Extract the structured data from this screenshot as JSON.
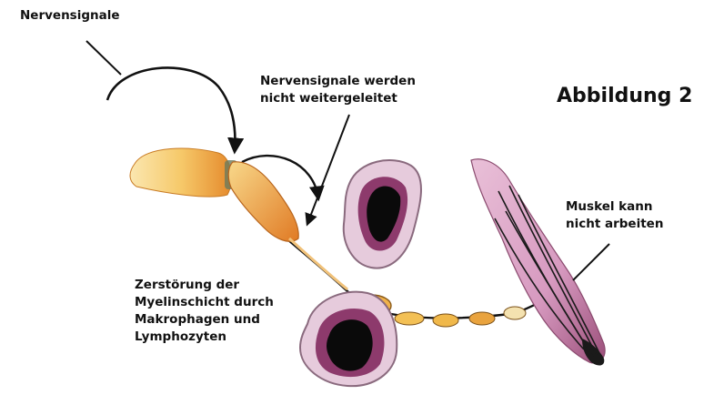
{
  "title": "Abbildung 2",
  "labels": {
    "signal": "Nervensignale",
    "blocked": [
      "Nervensignale werden",
      "nicht weitergeleitet"
    ],
    "destruction": [
      "Zerstörung der",
      "Myelinschicht durch",
      "Makrophagen und",
      "Lymphozyten"
    ],
    "muscle": [
      "Muskel kann",
      "nicht arbeiten"
    ]
  },
  "colors": {
    "myelin_light": "#f6c96a",
    "myelin_dark": "#e58a2c",
    "cell_outer": "#c98bb0",
    "cell_inner": "#7a2b5e",
    "muscle": "#d79ac0",
    "ink": "#111111"
  }
}
